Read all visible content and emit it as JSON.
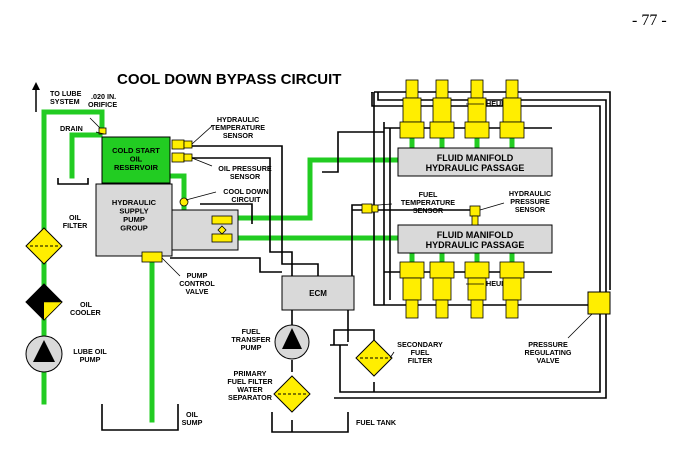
{
  "page_number": "- 77 -",
  "title": "COOL DOWN BYPASS CIRCUIT",
  "colors": {
    "oil_line": "#22cc22",
    "fuel_line": "#000000",
    "component": "#ffee00",
    "box": "#d9d9d9",
    "reservoir": "#22cc22"
  },
  "labels": {
    "to_lube_1": "TO LUBE",
    "to_lube_2": "SYSTEM",
    "orifice_1": ".020 IN.",
    "orifice_2": "ORIFICE",
    "drain": "DRAIN",
    "reservoir_1": "COLD START",
    "reservoir_2": "OIL",
    "reservoir_3": "RESERVOIR",
    "pump_group_1": "HYDRAULIC",
    "pump_group_2": "SUPPLY",
    "pump_group_3": "PUMP",
    "pump_group_4": "GROUP",
    "hyd_temp_1": "HYDRAULIC",
    "hyd_temp_2": "TEMPERATURE",
    "hyd_temp_3": "SENSOR",
    "oil_pressure_1": "OIL PRESSURE",
    "oil_pressure_2": "SENSOR",
    "cool_down_1": "COOL DOWN",
    "cool_down_2": "CIRCUIT",
    "heui_top": "HEUI",
    "heui_bottom": "HEUI",
    "manifold_top_1": "FLUID MANIFOLD",
    "manifold_top_2": "HYDRAULIC PASSAGE",
    "manifold_bot_1": "FLUID MANIFOLD",
    "manifold_bot_2": "HYDRAULIC PASSAGE",
    "fuel_temp_1": "FUEL",
    "fuel_temp_2": "TEMPERATURE",
    "fuel_temp_3": "SENSOR",
    "hyd_pressure_1": "HYDRAULIC",
    "hyd_pressure_2": "PRESSURE",
    "hyd_pressure_3": "SENSOR",
    "oil_filter_1": "OIL",
    "oil_filter_2": "FILTER",
    "oil_cooler_1": "OIL",
    "oil_cooler_2": "COOLER",
    "lube_pump_1": "LUBE OIL",
    "lube_pump_2": "PUMP",
    "pump_control_1": "PUMP",
    "pump_control_2": "CONTROL",
    "pump_control_3": "VALVE",
    "ecm": "ECM",
    "fuel_transfer_1": "FUEL",
    "fuel_transfer_2": "TRANSFER",
    "fuel_transfer_3": "PUMP",
    "primary_filter_1": "PRIMARY",
    "primary_filter_2": "FUEL FILTER",
    "primary_filter_3": "WATER",
    "primary_filter_4": "SEPARATOR",
    "secondary_filter_1": "SECONDARY",
    "secondary_filter_2": "FUEL",
    "secondary_filter_3": "FILTER",
    "prv_1": "PRESSURE",
    "prv_2": "REGULATING",
    "prv_3": "VALVE",
    "oil_sump_1": "OIL",
    "oil_sump_2": "SUMP",
    "fuel_tank": "FUEL TANK"
  }
}
